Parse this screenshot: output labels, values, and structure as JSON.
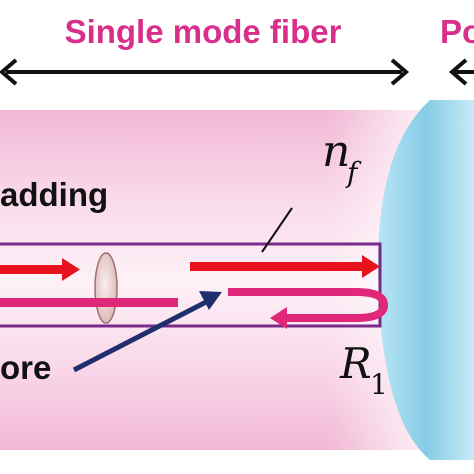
{
  "labels": {
    "top_left": "Single mode fiber",
    "top_right": "Po",
    "cladding": "adding",
    "core": "ore",
    "n_f": "n",
    "n_f_sub": "f",
    "r1": "R",
    "r1_sub": "1"
  },
  "colors": {
    "title_text": "#d8308a",
    "fiber_bg": "#f7c9e1",
    "core_outline": "#7a2a8a",
    "forward_arrow": "#e8121e",
    "reflected_arrow": "#e0287a",
    "lens": "#f3dcdc",
    "pointer_arrow": "#1f2f6e",
    "end_face": "#9fd6ec"
  }
}
